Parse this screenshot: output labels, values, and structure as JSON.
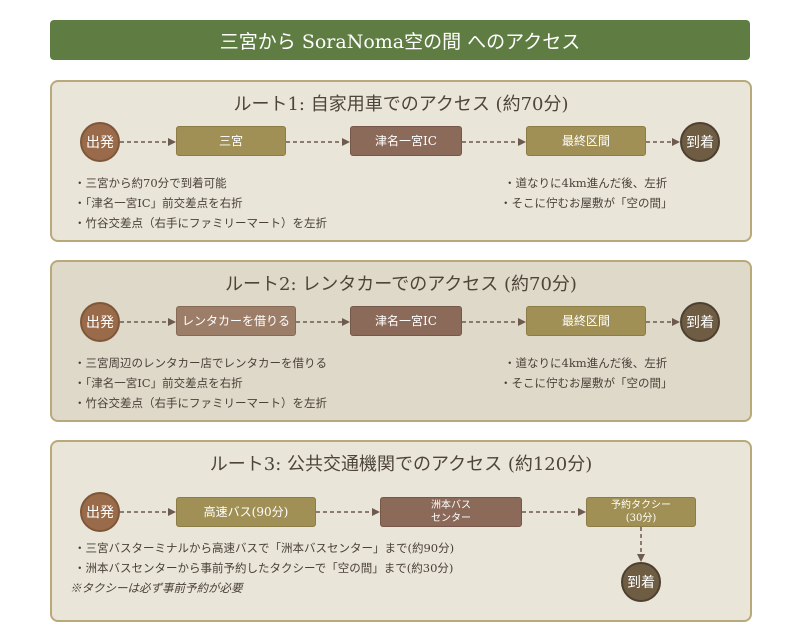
{
  "banner": {
    "title": "三宮から SoraNoma空の間 へのアクセス"
  },
  "route1": {
    "title": "ルート1: 自家用車でのアクセス (約70分)",
    "start": "出発",
    "end": "到着",
    "steps": [
      "三宮",
      "津名一宮IC",
      "最終区間"
    ],
    "notes_left": [
      "・三宮から約70分で到着可能",
      "・「津名一宮IC」前交差点を右折",
      "・竹谷交差点（右手にファミリーマート）を左折"
    ],
    "notes_right": [
      "・道なりに4km進んだ後、左折",
      "・そこに佇むお屋敷が「空の間」"
    ]
  },
  "route2": {
    "title": "ルート2: レンタカーでのアクセス (約70分)",
    "start": "出発",
    "end": "到着",
    "steps": [
      "レンタカーを借りる",
      "津名一宮IC",
      "最終区間"
    ],
    "notes_left": [
      "・三宮周辺のレンタカー店でレンタカーを借りる",
      "・「津名一宮IC」前交差点を右折",
      "・竹谷交差点（右手にファミリーマート）を左折"
    ],
    "notes_right": [
      "・道なりに4km進んだ後、左折",
      "・そこに佇むお屋敷が「空の間」"
    ]
  },
  "route3": {
    "title": "ルート3: 公共交通機関でのアクセス (約120分)",
    "start": "出発",
    "end": "到着",
    "steps": [
      "高速バス(90分)",
      "洲本バス",
      "センター",
      "予約タクシー",
      "(30分)"
    ],
    "notes": [
      "・三宮バスターミナルから高速バスで「洲本バスセンター」まで(約90分)",
      "・洲本バスセンターから事前予約したタクシーで「空の間」まで(約30分)",
      "※タクシーは必ず事前予約が必要"
    ]
  },
  "colors": {
    "banner": "#5f7d43",
    "arrow": "#6e5a4e",
    "border": "#b9a97a"
  }
}
